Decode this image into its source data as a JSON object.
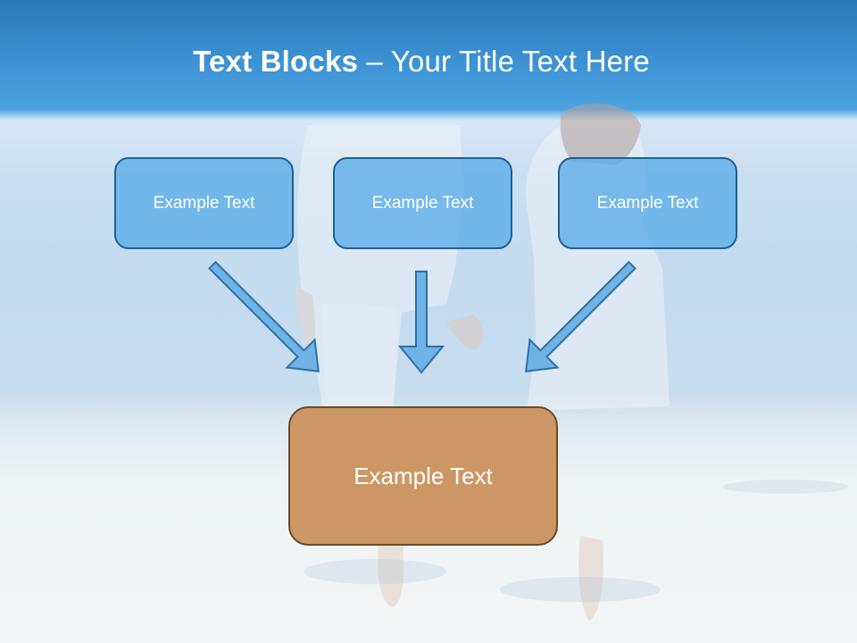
{
  "title": {
    "bold": "Text Blocks",
    "rest": " – Your Title Text Here"
  },
  "boxes": [
    {
      "label": "Example Text"
    },
    {
      "label": "Example Text"
    },
    {
      "label": "Example Text"
    }
  ],
  "main_box": {
    "label": "Example Text"
  },
  "colors": {
    "header_blue": "#3a8fd0",
    "box_fill": "#6cb5ea",
    "box_border": "#1f5f96",
    "main_fill": "#cc9765",
    "main_border": "#6a4a26"
  }
}
